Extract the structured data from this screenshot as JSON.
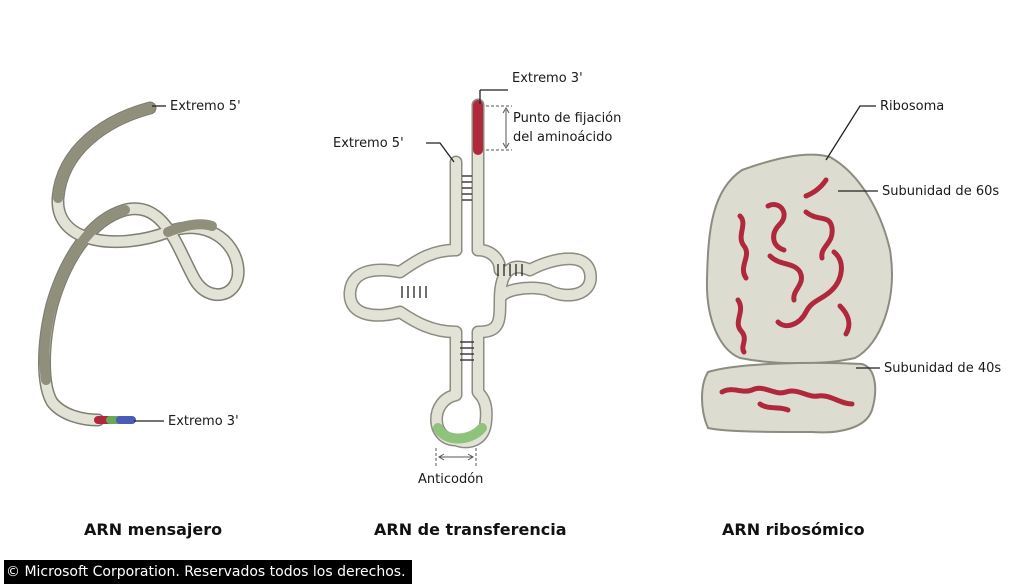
{
  "mrna": {
    "label_5": "Extremo 5'",
    "label_3": "Extremo 3'",
    "title": "ARN mensajero"
  },
  "trna": {
    "label_3": "Extremo 3'",
    "label_5": "Extremo 5'",
    "binding_line1": "Punto de fijación",
    "binding_line2": "del aminoácido",
    "anticodon": "Anticodón",
    "title": "ARN de transferencia"
  },
  "rrna": {
    "ribosome": "Ribosoma",
    "large_subunit": "Subunidad de 60s",
    "small_subunit": "Subunidad de 40s",
    "title": "ARN ribosómico"
  },
  "copyright": "© Microsoft Corporation. Reservados todos los derechos.",
  "colors": {
    "strand_light": "#e2e2d6",
    "strand_dark": "#8f8f7c",
    "outline": "#8c8c80",
    "red": "#b0283c",
    "green": "#8fc27a",
    "blue": "#4a5bb8",
    "subunit_fill": "#dcdcd0"
  }
}
